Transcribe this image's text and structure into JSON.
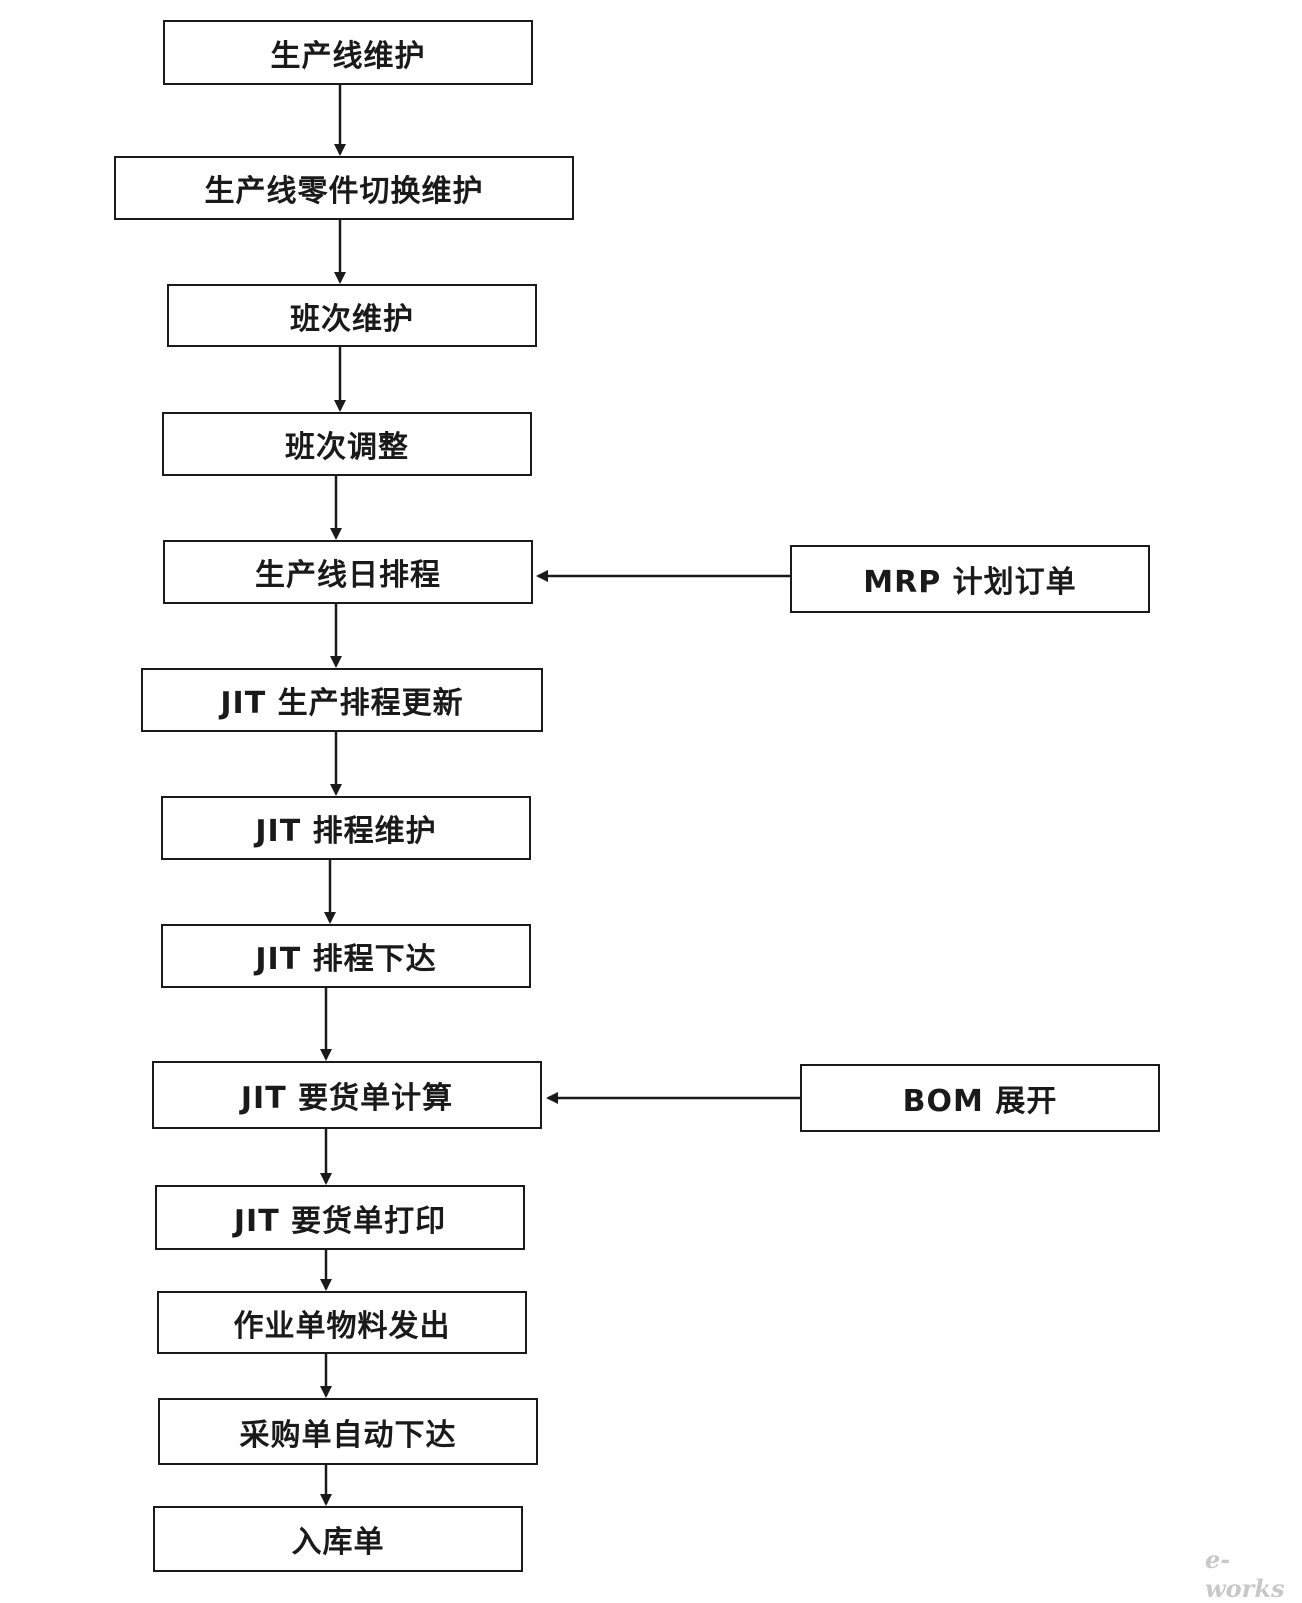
{
  "steps": [
    "生产线维护",
    "生产线零件切换维护",
    "班次维护",
    "班次调整",
    "生产线日排程",
    "JIT 生产排程更新",
    "JIT 排程维护",
    "JIT 排程下达",
    "JIT 要货单计算",
    "JIT 要货单打印",
    "作业单物料发出",
    "采购单自动下达",
    "入库单"
  ],
  "inputs": {
    "mrp_plan_order": "MRP 计划订单",
    "bom_expansion": "BOM 展开"
  },
  "watermark": "e-works"
}
